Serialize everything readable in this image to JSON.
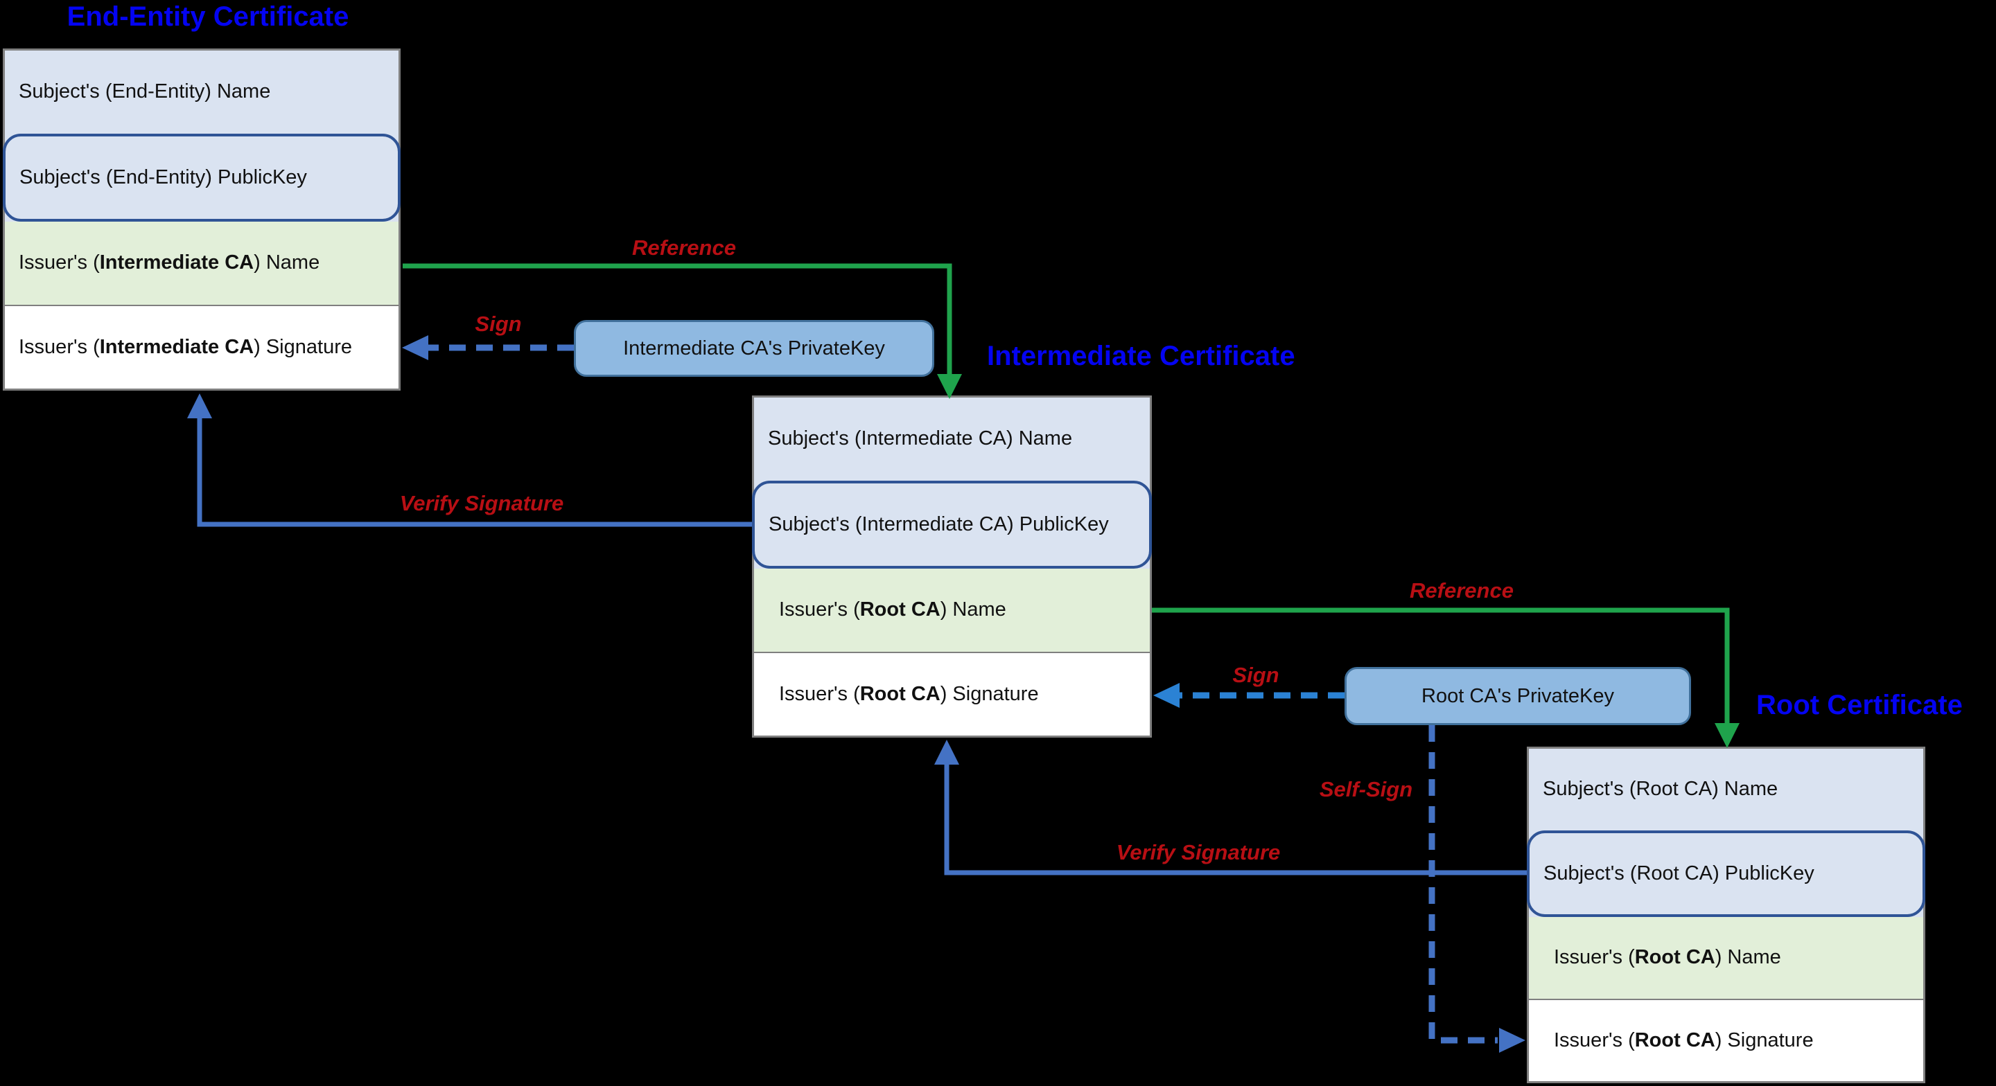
{
  "diagram": {
    "titles": {
      "end_entity": "End-Entity Certificate",
      "intermediate": "Intermediate Certificate",
      "root": "Root Certificate"
    },
    "certificates": [
      {
        "name": "end-entity-certificate",
        "rows": [
          {
            "segments": [
              {
                "t": "Subject's (End-Entity) Name"
              }
            ]
          },
          {
            "segments": [
              {
                "t": "Subject's (End-Entity) PublicKey"
              }
            ]
          },
          {
            "segments": [
              {
                "t": "Issuer's ("
              },
              {
                "t": "Intermediate CA",
                "b": true
              },
              {
                "t": ") Name"
              }
            ]
          },
          {
            "segments": [
              {
                "t": "Issuer's ("
              },
              {
                "t": "Intermediate CA",
                "b": true
              },
              {
                "t": ") Signature"
              }
            ]
          }
        ]
      },
      {
        "name": "intermediate-certificate",
        "rows": [
          {
            "segments": [
              {
                "t": "Subject's (Intermediate CA) Name"
              }
            ]
          },
          {
            "segments": [
              {
                "t": "Subject's (Intermediate CA) PublicKey"
              }
            ]
          },
          {
            "segments": [
              {
                "t": "Issuer's ("
              },
              {
                "t": "Root CA",
                "b": true
              },
              {
                "t": ") Name"
              }
            ]
          },
          {
            "segments": [
              {
                "t": "Issuer's ("
              },
              {
                "t": "Root CA",
                "b": true
              },
              {
                "t": ") Signature"
              }
            ]
          }
        ]
      },
      {
        "name": "root-certificate",
        "rows": [
          {
            "segments": [
              {
                "t": "Subject's (Root CA) Name"
              }
            ]
          },
          {
            "segments": [
              {
                "t": "Subject's (Root CA) PublicKey"
              }
            ]
          },
          {
            "segments": [
              {
                "t": "Issuer's ("
              },
              {
                "t": "Root CA",
                "b": true
              },
              {
                "t": ") Name"
              }
            ]
          },
          {
            "segments": [
              {
                "t": "Issuer's ("
              },
              {
                "t": "Root CA",
                "b": true
              },
              {
                "t": ") Signature"
              }
            ]
          }
        ]
      }
    ],
    "private_keys": [
      {
        "label": "Intermediate CA's PrivateKey"
      },
      {
        "label": "Root CA's PrivateKey"
      }
    ],
    "arrow_labels": [
      {
        "name": "reference-1",
        "text": "Reference"
      },
      {
        "name": "sign-1",
        "text": "Sign"
      },
      {
        "name": "verify-signature-1",
        "text": "Verify Signature"
      },
      {
        "name": "reference-2",
        "text": "Reference"
      },
      {
        "name": "sign-2",
        "text": "Sign"
      },
      {
        "name": "self-sign",
        "text": "Self-Sign"
      },
      {
        "name": "verify-signature-2",
        "text": "Verify Signature"
      }
    ]
  },
  "colors": {
    "background": "#000000",
    "titleBlue": "#0404f2",
    "rowBlue": "#dae3f1",
    "rowGreen": "#e2efd9",
    "rowWhite": "#ffffff",
    "pubkeyBorder": "#2f5496",
    "boxBorder": "#7f7f7f",
    "privFill": "#8fb9e1",
    "privBorder": "#41719c",
    "green": "#1fa34c",
    "blue": "#4472c4",
    "brightBlue": "#2b82d4",
    "red": "#b80f14",
    "text": "#111111"
  }
}
